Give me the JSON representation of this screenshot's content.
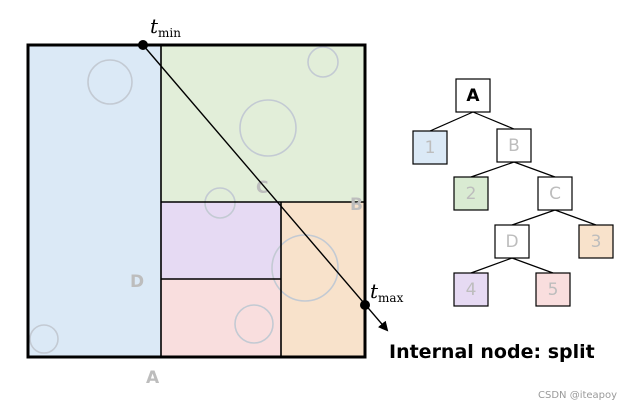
{
  "region_labels": {
    "a": "A",
    "b": "B",
    "c": "C",
    "d": "D"
  },
  "ray": {
    "t_symbol": "t",
    "min_subscript": "min",
    "max_subscript": "max"
  },
  "caption": "Internal node: split",
  "tree": {
    "nodes": {
      "A": {
        "label": "A",
        "fill": "#ffffff",
        "text_color": "#000000"
      },
      "B": {
        "label": "B",
        "fill": "#ffffff",
        "text_color": "#bdbdbd"
      },
      "C": {
        "label": "C",
        "fill": "#ffffff",
        "text_color": "#bdbdbd"
      },
      "D": {
        "label": "D",
        "fill": "#ffffff",
        "text_color": "#bdbdbd"
      },
      "leaf1": {
        "label": "1",
        "fill": "#dbe9f6",
        "text_color": "#bdbdbd"
      },
      "leaf2": {
        "label": "2",
        "fill": "#d9ebd2",
        "text_color": "#bdbdbd"
      },
      "leaf3": {
        "label": "3",
        "fill": "#f8e2cb",
        "text_color": "#bdbdbd"
      },
      "leaf4": {
        "label": "4",
        "fill": "#e6daf3",
        "text_color": "#bdbdbd"
      },
      "leaf5": {
        "label": "5",
        "fill": "#f9dede",
        "text_color": "#bdbdbd"
      }
    }
  },
  "colors": {
    "region_a_blue": "#dbe9f6",
    "region_b_green": "#e2eed9",
    "region_c_orange": "#f8e2cb",
    "region_d_purple": "#e6daf3",
    "region_d_pink": "#f9dede",
    "circle_stroke": "#c9cdd2"
  },
  "watermark": "CSDN @iteapoy"
}
